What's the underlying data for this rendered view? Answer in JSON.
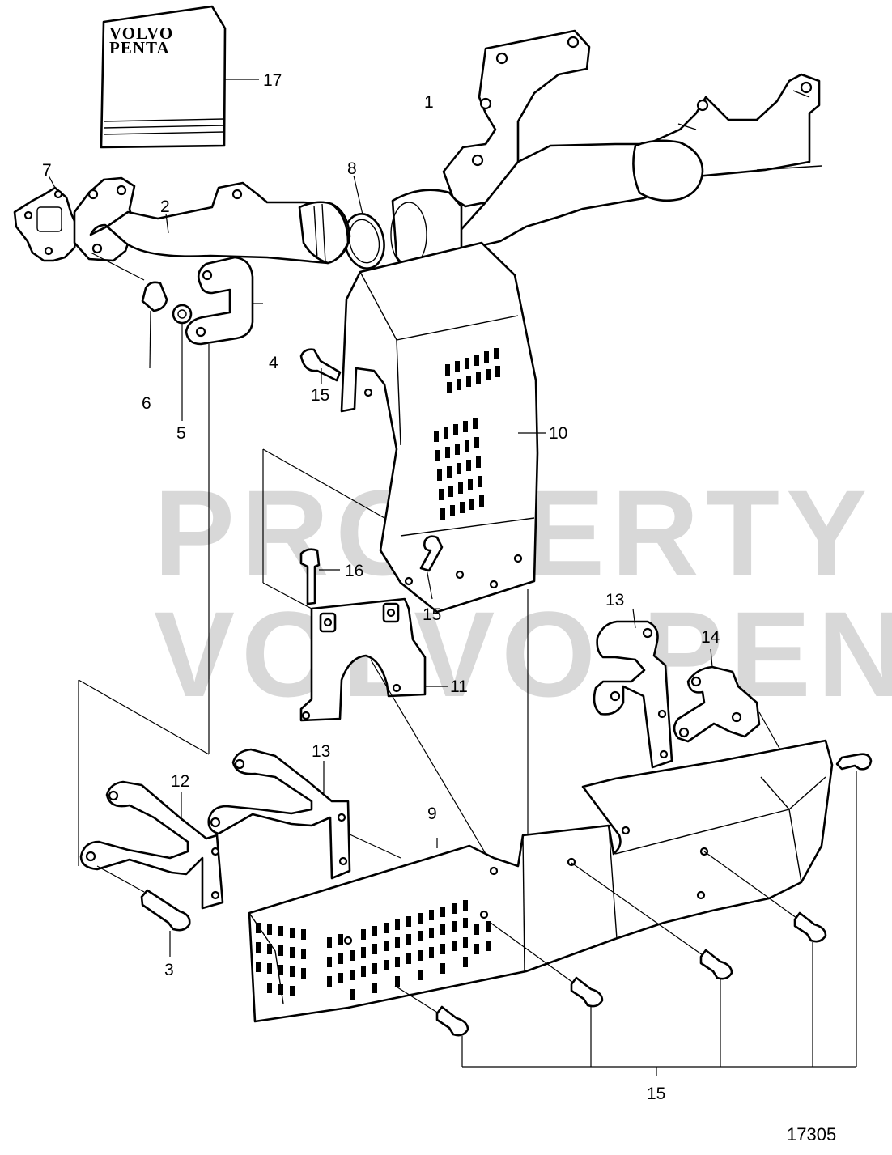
{
  "diagram": {
    "logo_line1": "VOLVO",
    "logo_line2": "PENTA",
    "watermark_line1": "PROPERTY OF",
    "watermark_line2": "VOLVO PENTA",
    "drawing_number": "17305",
    "callouts": [
      {
        "id": "c1",
        "label": "1"
      },
      {
        "id": "c2",
        "label": "2"
      },
      {
        "id": "c3",
        "label": "3"
      },
      {
        "id": "c4",
        "label": "4"
      },
      {
        "id": "c5",
        "label": "5"
      },
      {
        "id": "c6",
        "label": "6"
      },
      {
        "id": "c7",
        "label": "7"
      },
      {
        "id": "c8",
        "label": "8"
      },
      {
        "id": "c9",
        "label": "9"
      },
      {
        "id": "c10",
        "label": "10"
      },
      {
        "id": "c11",
        "label": "11"
      },
      {
        "id": "c12",
        "label": "12"
      },
      {
        "id": "c13a",
        "label": "13"
      },
      {
        "id": "c13b",
        "label": "13"
      },
      {
        "id": "c14",
        "label": "14"
      },
      {
        "id": "c15a",
        "label": "15"
      },
      {
        "id": "c15b",
        "label": "15"
      },
      {
        "id": "c15c",
        "label": "15"
      },
      {
        "id": "c16",
        "label": "16"
      },
      {
        "id": "c17",
        "label": "17"
      }
    ]
  }
}
